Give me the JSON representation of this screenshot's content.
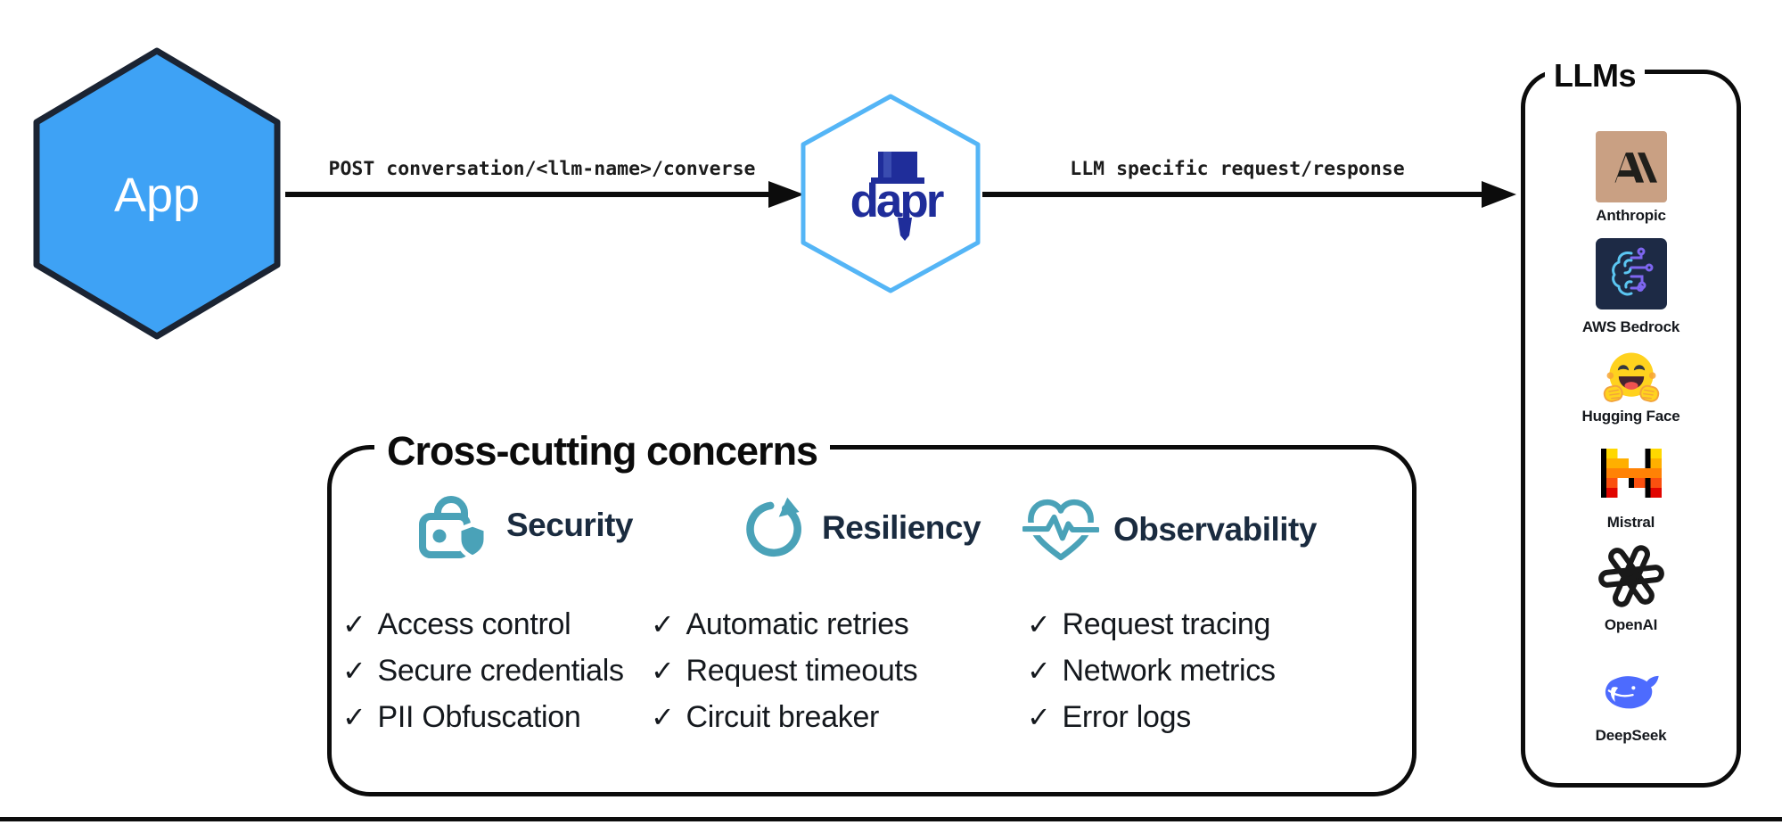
{
  "app_node": {
    "label": "App"
  },
  "dapr_node": {
    "label": "dapr"
  },
  "arrows": {
    "to_dapr": {
      "label": "POST conversation/<llm-name>/converse"
    },
    "to_llms": {
      "label": "LLM specific request/response"
    }
  },
  "llms_panel": {
    "title": "LLMs",
    "items": [
      {
        "name": "Anthropic",
        "icon": "anthropic-logo"
      },
      {
        "name": "AWS Bedrock",
        "icon": "aws-bedrock-logo"
      },
      {
        "name": "Hugging Face",
        "icon": "hugging-face-logo"
      },
      {
        "name": "Mistral",
        "icon": "mistral-logo"
      },
      {
        "name": "OpenAI",
        "icon": "openai-logo"
      },
      {
        "name": "DeepSeek",
        "icon": "deepseek-logo"
      }
    ]
  },
  "concerns_panel": {
    "title": "Cross-cutting concerns",
    "columns": [
      {
        "title": "Security",
        "icon": "lock-shield-icon",
        "items": [
          "Access control",
          "Secure credentials",
          "PII Obfuscation"
        ]
      },
      {
        "title": "Resiliency",
        "icon": "retry-circular-arrow-icon",
        "items": [
          "Automatic retries",
          "Request timeouts",
          "Circuit breaker"
        ]
      },
      {
        "title": "Observability",
        "icon": "heart-pulse-icon",
        "items": [
          "Request tracing",
          "Network metrics",
          "Error logs"
        ]
      }
    ]
  },
  "icons": {
    "check_glyph": "✓"
  },
  "colors": {
    "app_fill": "#3ea2f5",
    "node_outline": "#1b2433",
    "dapr_blue": "#1f2d9a",
    "dapr_hex_stroke": "#54b5f6",
    "teal_accent": "#4aa2b8",
    "heading_navy": "#1a2b3f",
    "anthropic_tan": "#c9a083",
    "bedrock_navy": "#1d2a45",
    "hugging_face_yellow": "#ffd21e",
    "deepseek_blue": "#4d6bfe",
    "openai_black": "#191919",
    "mistral_yellow": "#ffd800",
    "mistral_amber": "#ffaf00",
    "mistral_orange": "#ff8205",
    "mistral_vermilion": "#fa500f",
    "mistral_red": "#e10500",
    "line_black": "#0c0c0c"
  }
}
